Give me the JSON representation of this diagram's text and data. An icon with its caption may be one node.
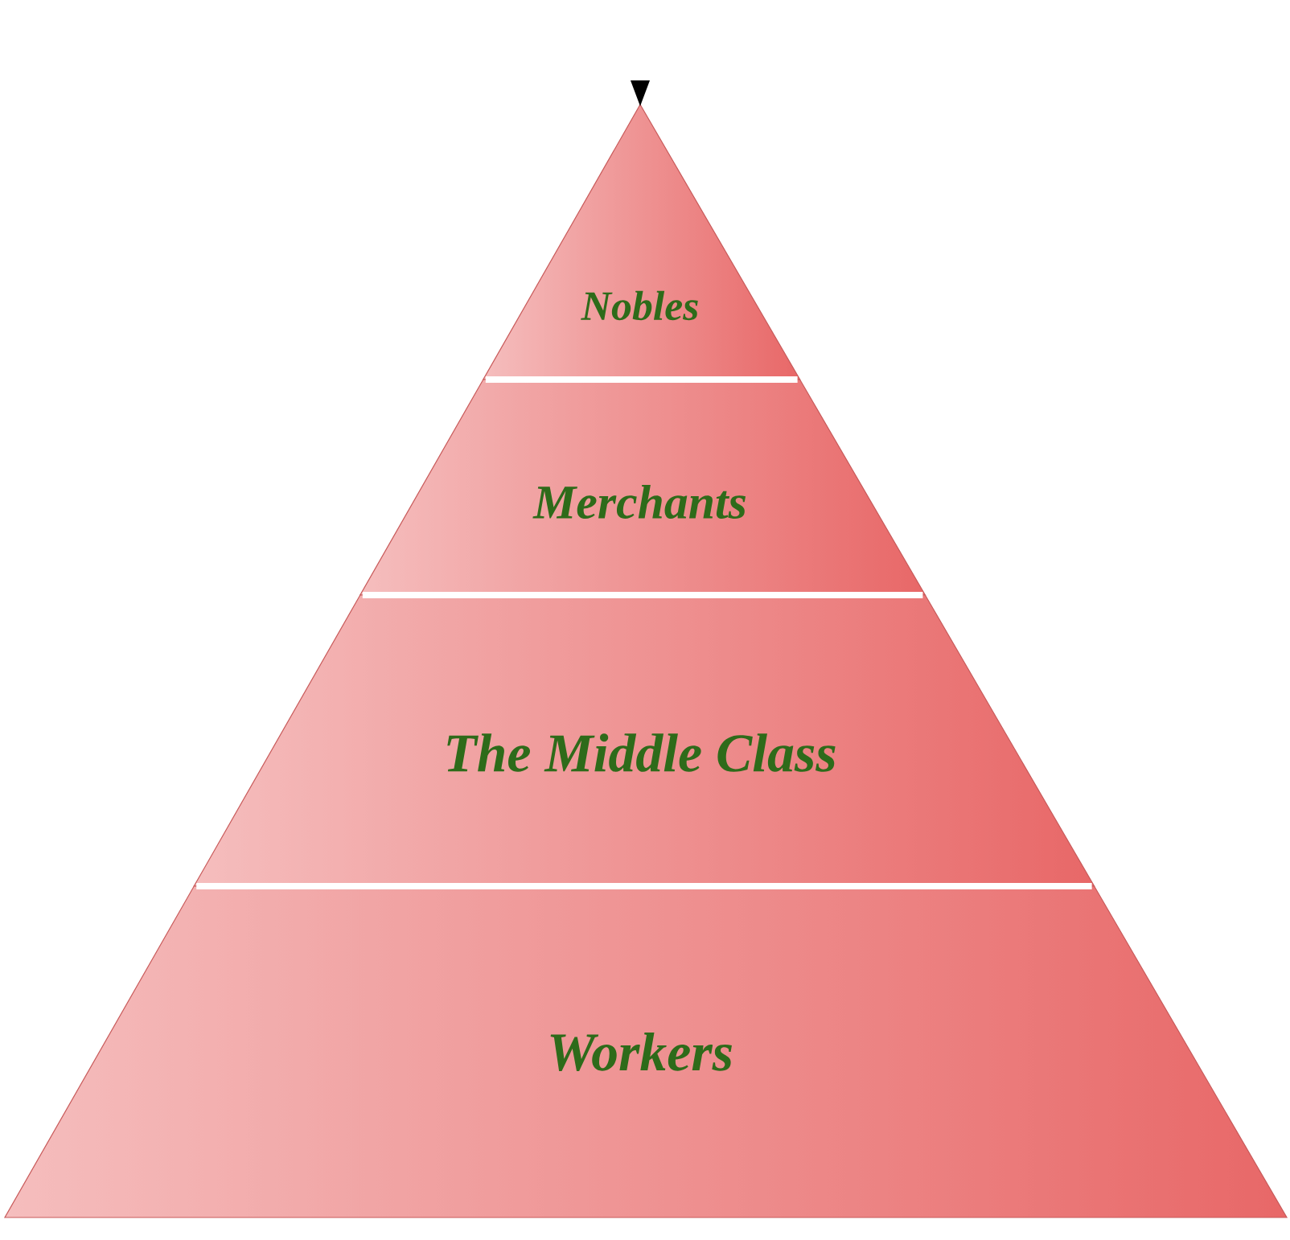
{
  "diagram": {
    "nodes": [
      {
        "text": [
          "Nobles"
        ]
      },
      {
        "text": [
          "Merchants"
        ]
      },
      {
        "text": [
          "The Middle Class"
        ]
      },
      {
        "text": [
          "Workers"
        ]
      }
    ]
  }
}
